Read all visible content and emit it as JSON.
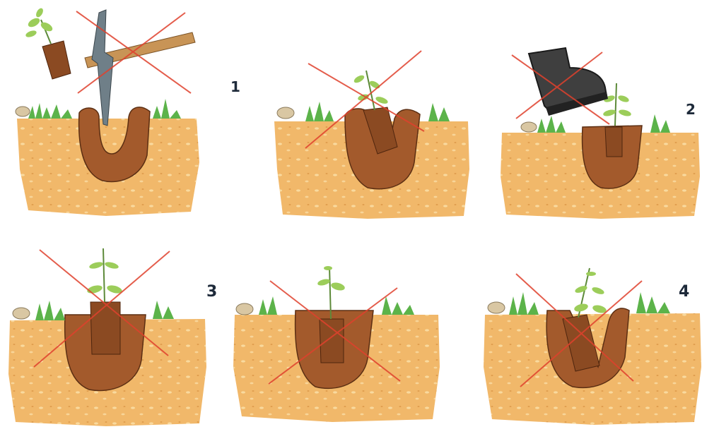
{
  "step_labels": [
    "1",
    "2",
    "3",
    "4"
  ],
  "colors": {
    "soil_light": "#f1b86a",
    "soil_mid": "#e9a552",
    "soil_dark": "#a35a2c",
    "grass": "#5cb34a",
    "cross": "#e0412d",
    "stem": "#5d8a3a",
    "leaf": "#9ccd5a",
    "boot": "#3f3f3f",
    "handle": "#c89456",
    "metal": "#6f7f88"
  },
  "icons": [
    "pickaxe-icon",
    "boot-icon",
    "seedling-icon",
    "cross-mark-icon"
  ]
}
